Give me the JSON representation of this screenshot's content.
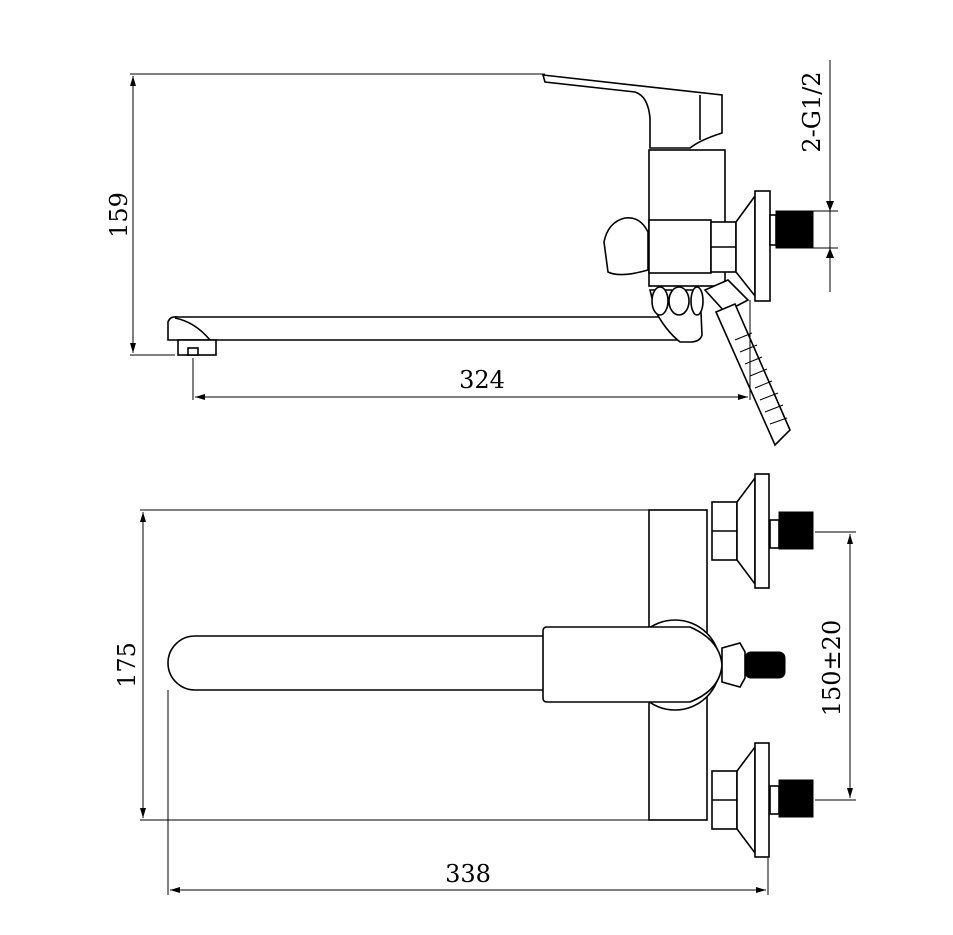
{
  "side_view": {
    "height_dim": "159",
    "spout_length_dim": "324",
    "thread_dim": "2-G1/2"
  },
  "top_view": {
    "depth_dim": "175",
    "total_length_dim": "338",
    "center_distance_dim": "150±20"
  }
}
